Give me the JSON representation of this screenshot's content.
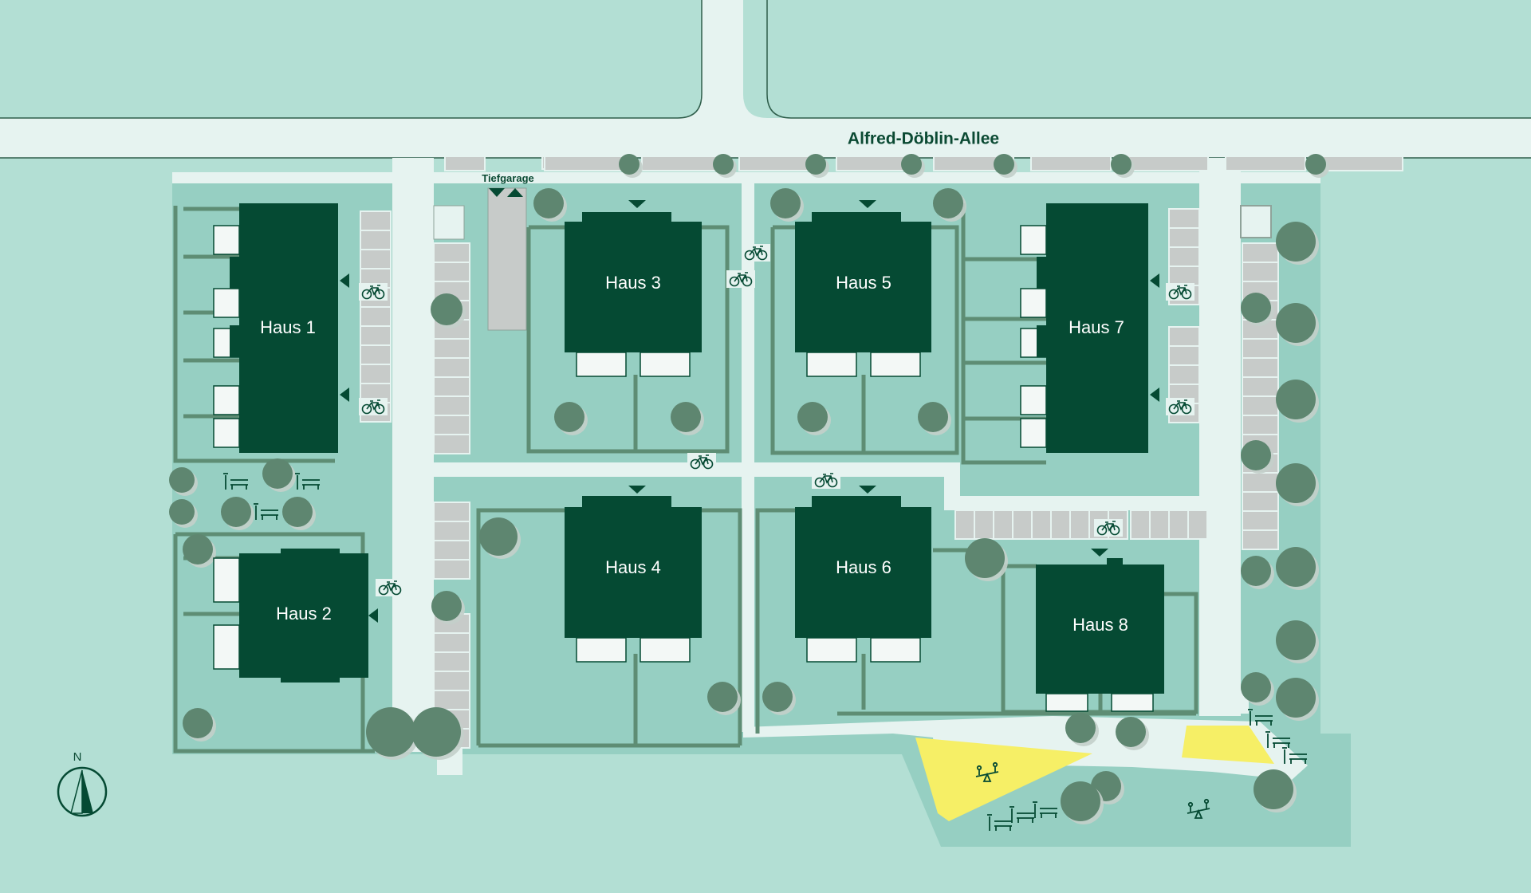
{
  "street": {
    "name": "Alfred-Döblin-Allee"
  },
  "garage": {
    "label": "Tiefgarage"
  },
  "compass": {
    "label": "N"
  },
  "houses": [
    {
      "label": "Haus 1"
    },
    {
      "label": "Haus 2"
    },
    {
      "label": "Haus 3"
    },
    {
      "label": "Haus 4"
    },
    {
      "label": "Haus 5"
    },
    {
      "label": "Haus 6"
    },
    {
      "label": "Haus 7"
    },
    {
      "label": "Haus 8"
    }
  ],
  "colors": {
    "background": "#b3dfd4",
    "lot": "#96cfc2",
    "road": "#e6f3f0",
    "building": "#054a33",
    "hedge": "#5e8d74",
    "tree": "#5e8670",
    "parking": "#c7cbc9",
    "playground": "#f6ef66"
  },
  "icons": [
    "bicycle-icon",
    "bench-icon",
    "seesaw-icon",
    "entrance-arrow-icon",
    "compass-icon"
  ]
}
